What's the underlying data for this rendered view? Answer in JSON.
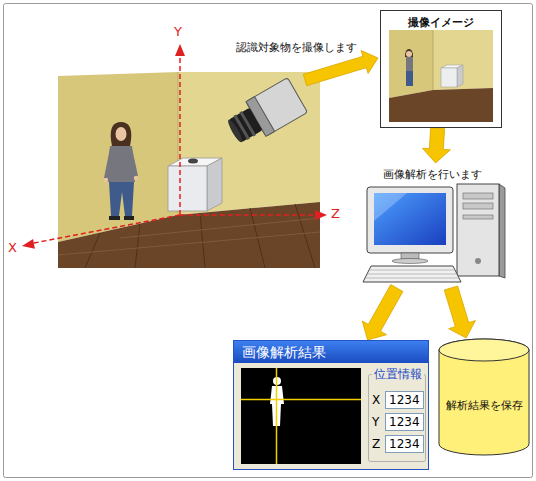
{
  "diagram": {
    "nodes": [
      {
        "text": [
          "撮像イメージ"
        ]
      },
      {
        "text": [
          "画像解析を行います"
        ]
      },
      {
        "text": [
          "画像解析結果",
          "位置情報"
        ]
      },
      {
        "text": [
          "X",
          "1234"
        ],
        "in": 2
      },
      {
        "text": [
          "Y",
          "1234"
        ],
        "in": 2
      },
      {
        "text": [
          "Z",
          "1234"
        ],
        "in": 2
      },
      {
        "text": [
          "解析結果を保存"
        ]
      }
    ],
    "edges": [
      {
        "from": 0,
        "to": 1,
        "arrow": "to"
      },
      {
        "from": 1,
        "to": 2,
        "arrow": "to"
      },
      {
        "from": 1,
        "to": 6,
        "arrow": "to"
      }
    ],
    "labels": [
      "認識対象物を撮像します",
      "Y",
      "Z",
      "X"
    ]
  }
}
